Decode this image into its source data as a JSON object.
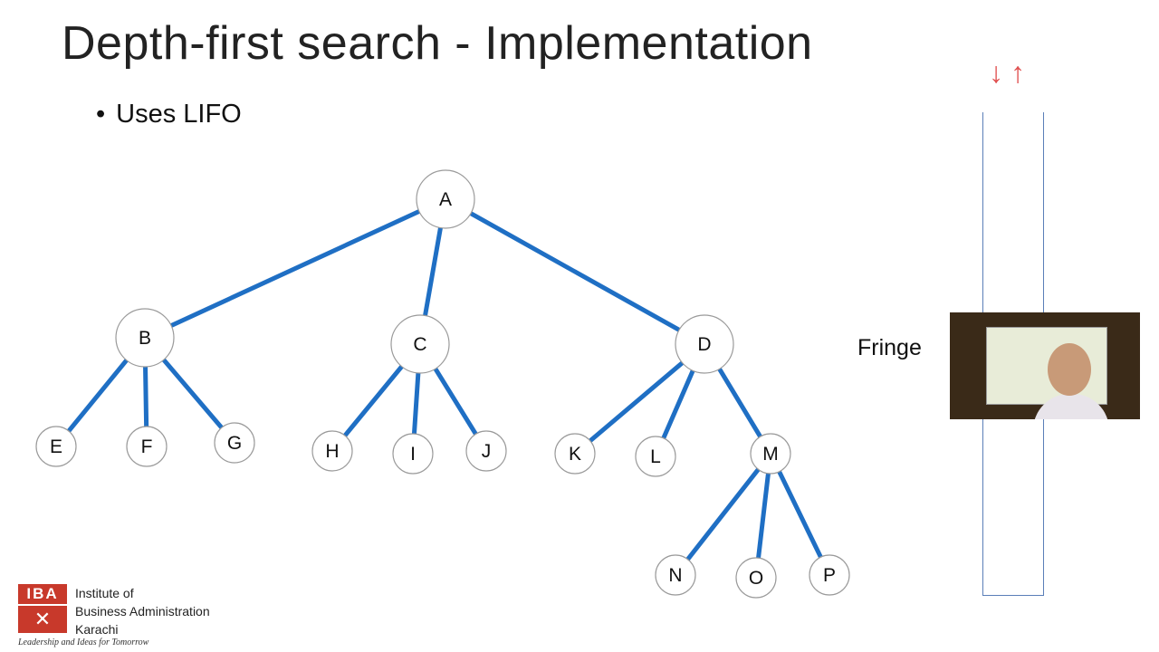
{
  "slide": {
    "title": "Depth-first search - Implementation",
    "bullet": "Uses LIFO"
  },
  "diagram": {
    "nodes": [
      "A",
      "B",
      "C",
      "D",
      "E",
      "F",
      "G",
      "H",
      "I",
      "J",
      "K",
      "L",
      "M",
      "N",
      "O",
      "P"
    ],
    "edges": [
      [
        "A",
        "B"
      ],
      [
        "A",
        "C"
      ],
      [
        "A",
        "D"
      ],
      [
        "B",
        "E"
      ],
      [
        "B",
        "F"
      ],
      [
        "B",
        "G"
      ],
      [
        "C",
        "H"
      ],
      [
        "C",
        "I"
      ],
      [
        "C",
        "J"
      ],
      [
        "D",
        "K"
      ],
      [
        "D",
        "L"
      ],
      [
        "D",
        "M"
      ],
      [
        "M",
        "N"
      ],
      [
        "M",
        "O"
      ],
      [
        "M",
        "P"
      ]
    ],
    "edge_color": "#1f6fc4"
  },
  "fringe": {
    "label": "Fringe",
    "annotation": "↓↑",
    "annotation_color": "#e05050"
  },
  "logo": {
    "mark_text": "IBA",
    "mark_glyph": "✕",
    "brand_color": "#c8392b",
    "name_line1": "Institute of",
    "name_line2": "Business Administration",
    "name_line3": "Karachi",
    "tagline": "Leadership and Ideas for Tomorrow"
  }
}
